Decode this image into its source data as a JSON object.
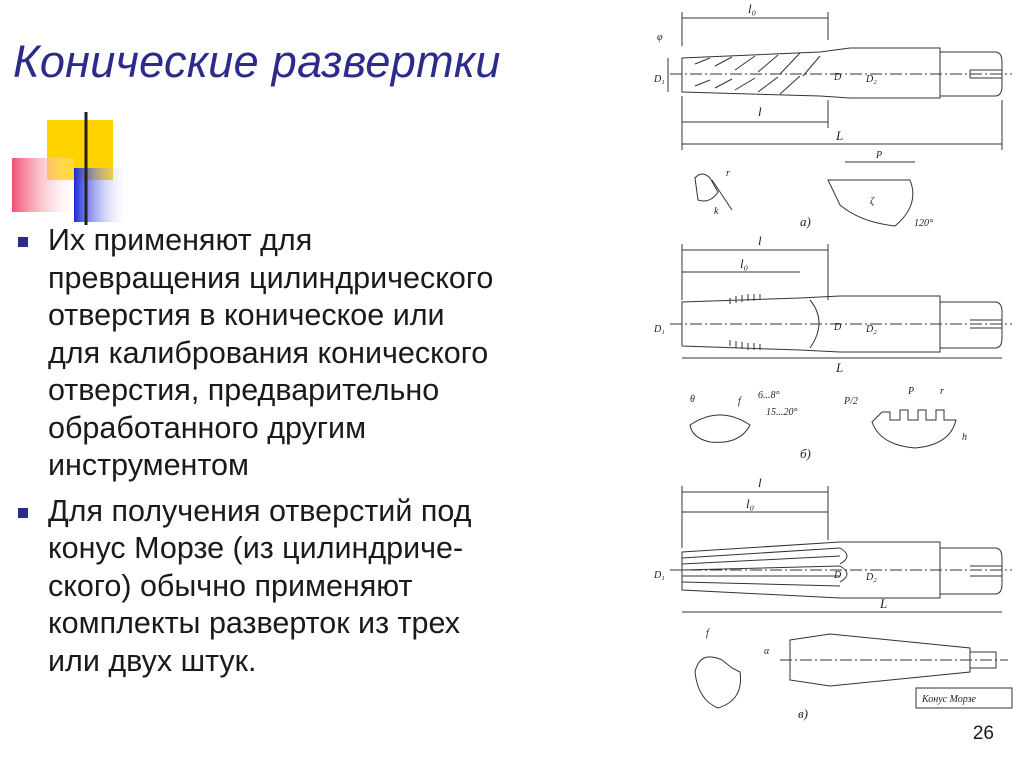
{
  "slide": {
    "title": "Конические развертки",
    "page_number": "26"
  },
  "bullets": [
    {
      "text": "Их применяют для\nпревращения цилиндрического\nотверстия в коническое или\nдля калибрования конического\nотверстия, предварительно\nобработанного другим\nинструментом"
    },
    {
      "text": "Для получения отверстий под\nконус Морзе (из цилиндриче-\nского) обычно применяют\nкомплекты разверток из трех\nили двух штук."
    }
  ],
  "figure": {
    "a": {
      "dims": {
        "l0": "l₀",
        "l": "l",
        "L": "L",
        "D1": "D₁",
        "D": "D",
        "D2": "D₂",
        "phi": "φ"
      },
      "detail_r": "r",
      "detail_k": "k",
      "detail_P": "P",
      "detail_zeta": "ζ",
      "angle": "120°",
      "caption": "а)"
    },
    "b": {
      "dims": {
        "l": "l",
        "l0": "l₀",
        "L": "L",
        "D1": "D₁",
        "D": "D",
        "D2": "D₂"
      },
      "theta": "θ",
      "f": "f",
      "angle1": "6...8°",
      "angle2": "15...20°",
      "half_pitch": "P/2",
      "pitch": "P",
      "r": "r",
      "h": "h",
      "caption": "б)"
    },
    "v": {
      "dims": {
        "l": "l",
        "l0": "l₀",
        "L": "L",
        "D1": "D₁",
        "D": "D",
        "D2": "D₂"
      },
      "f": "f",
      "alpha": "α",
      "morse": "Конус Морзе",
      "caption": "в)"
    }
  },
  "colors": {
    "title": "#2b2b8c",
    "bullet": "#2b2b8c",
    "deco_yellow": "#ffd200",
    "deco_blue": "#1a2bd6",
    "deco_red": "#f0506e"
  }
}
